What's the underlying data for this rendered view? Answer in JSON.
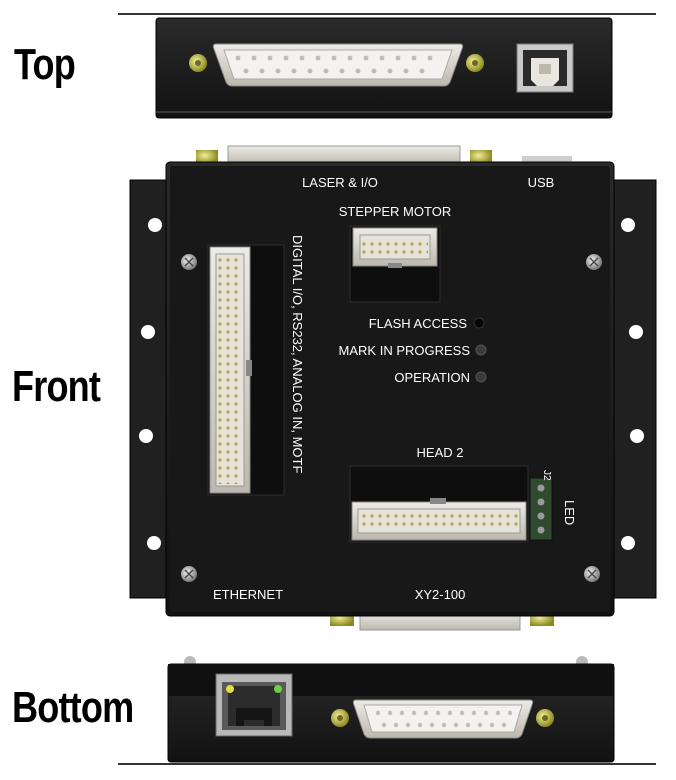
{
  "views": {
    "top": "Top",
    "front": "Front",
    "bottom": "Bottom"
  },
  "front_panel": {
    "laser_io": "LASER & I/O",
    "usb": "USB",
    "stepper_motor": "STEPPER MOTOR",
    "digital_io": "DIGITAL I/O, RS232, ANALOG IN, MOTF",
    "flash_access": "FLASH ACCESS",
    "mark_in_progress": "MARK IN PROGRESS",
    "operation": "OPERATION",
    "head2": "HEAD 2",
    "j2": "J2",
    "led": "LED",
    "ethernet": "ETHERNET",
    "xy2_100": "XY2-100"
  },
  "colors": {
    "chassis": "#1c1c1c",
    "panel": "#161616",
    "connector_body": "#d6d2c8",
    "brass": "#c9c24a"
  }
}
